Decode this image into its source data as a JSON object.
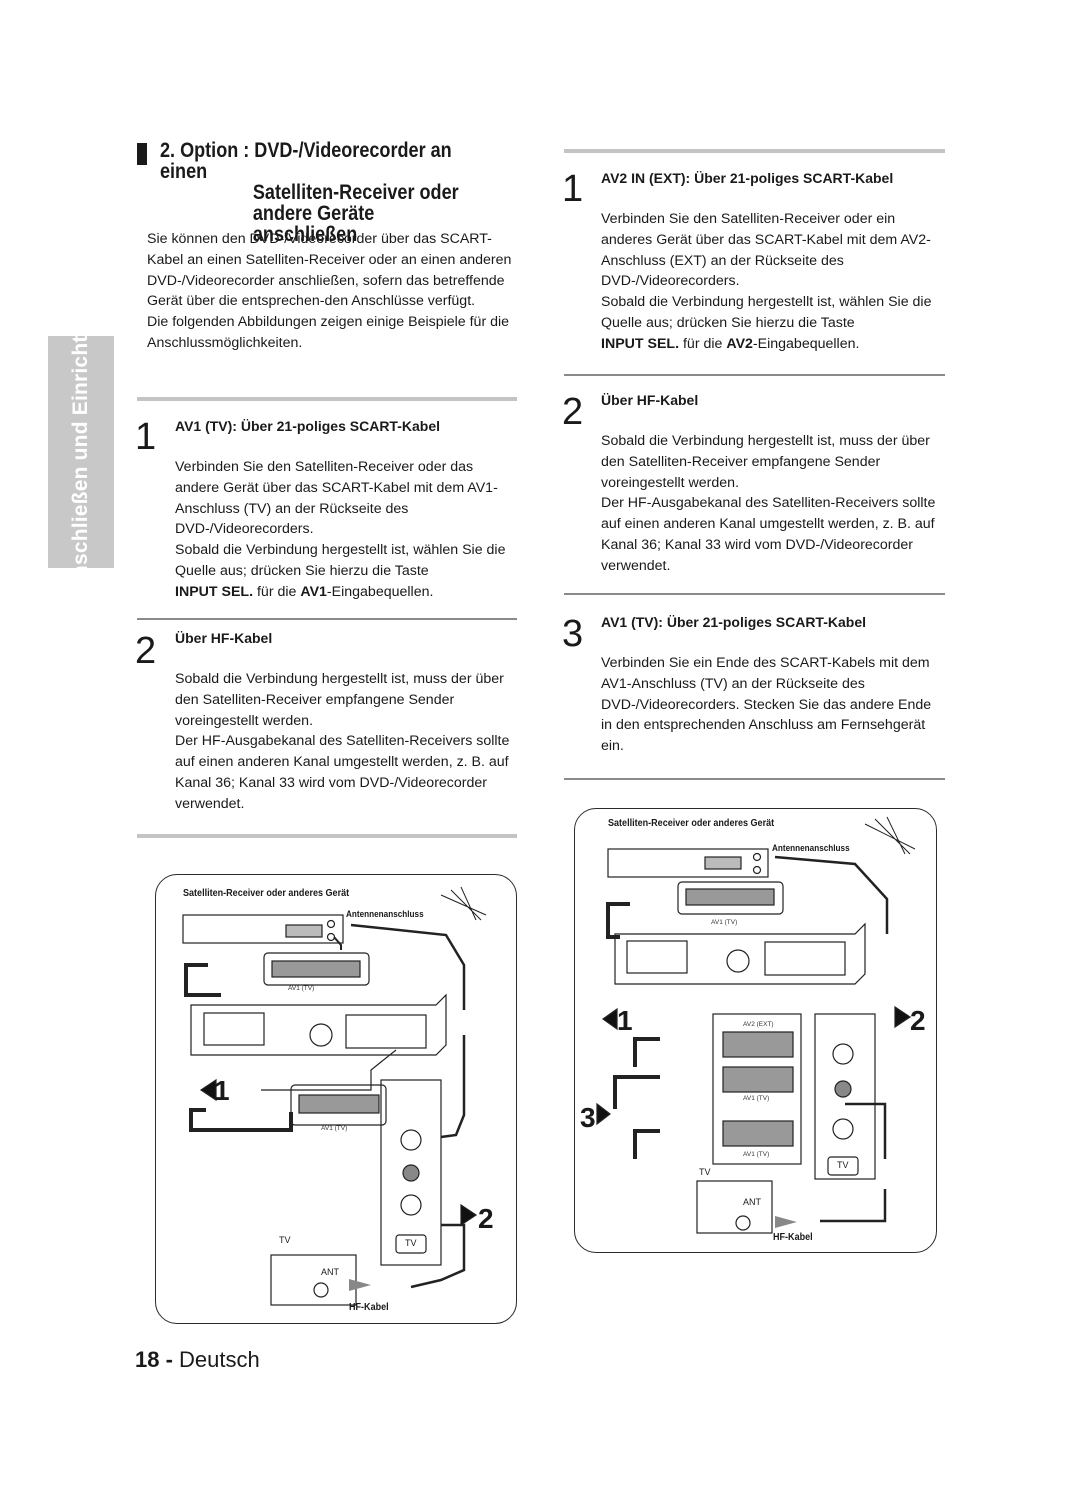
{
  "side_tab": "Anschließen und Einrichten",
  "title": {
    "line1": "2. Option : DVD-/Videorecorder an einen",
    "line2": "Satelliten-Receiver oder",
    "line3": "andere Geräte anschließen"
  },
  "intro": {
    "p1": "Sie können den DVD-/Videorecorder über das SCART-Kabel an einen Satelliten-Receiver oder an einen anderen DVD-/Videorecorder anschließen, sofern das betreffende Gerät über die entsprechen-den Anschlüsse verfügt.",
    "p2": "Die folgenden Abbildungen zeigen einige Beispiele für die Anschlussmöglichkeiten."
  },
  "left_steps": [
    {
      "num": "1",
      "heading": "AV1 (TV): Über 21-poliges SCART-Kabel",
      "p1": "Verbinden Sie den Satelliten-Receiver oder das andere Gerät über das SCART-Kabel mit dem AV1-Anschluss (TV) an der Rückseite des DVD-/Videorecorders.",
      "p2_plain": "Sobald die Verbindung hergestellt ist, wählen Sie die Quelle aus; drücken Sie hierzu die Taste",
      "p2_bold1": "INPUT SEL.",
      "p2_mid": " für die ",
      "p2_bold2": "AV1",
      "p2_end": "-Eingabequellen."
    },
    {
      "num": "2",
      "heading": "Über HF-Kabel",
      "p1": "Sobald die Verbindung hergestellt ist, muss der über den Satelliten-Receiver empfangene Sender voreingestellt werden.",
      "p2": "Der HF-Ausgabekanal des Satelliten-Receivers sollte auf einen anderen Kanal umgestellt werden, z. B. auf Kanal 36; Kanal 33 wird vom DVD-/Videorecorder verwendet."
    }
  ],
  "right_steps": [
    {
      "num": "1",
      "heading": "AV2 IN (EXT): Über 21-poliges SCART-Kabel",
      "p1": "Verbinden Sie den Satelliten-Receiver oder ein anderes Gerät über das SCART-Kabel mit dem AV2-Anschluss (EXT) an der Rückseite des DVD-/Videorecorders.",
      "p2_plain": "Sobald die Verbindung hergestellt ist, wählen Sie die Quelle aus; drücken Sie hierzu die Taste",
      "p2_bold1": "INPUT SEL.",
      "p2_mid": " für die ",
      "p2_bold2": "AV2",
      "p2_end": "-Eingabequellen."
    },
    {
      "num": "2",
      "heading": "Über HF-Kabel",
      "p1": "Sobald die Verbindung hergestellt ist, muss der über den Satelliten-Receiver empfangene Sender voreingestellt werden.",
      "p2": "Der HF-Ausgabekanal des Satelliten-Receivers sollte auf einen anderen Kanal umgestellt werden, z. B. auf Kanal 36; Kanal 33 wird vom DVD-/Videorecorder verwendet."
    },
    {
      "num": "3",
      "heading": "AV1 (TV): Über 21-poliges SCART-Kabel",
      "p1": "Verbinden Sie ein Ende des SCART-Kabels mit dem AV1-Anschluss (TV) an der Rückseite des DVD-/Videorecorders. Stecken Sie das andere Ende in den entsprechenden Anschluss am Fernsehgerät ein."
    }
  ],
  "diagram_left": {
    "receiver_label": "Satelliten-Receiver oder anderes Gerät",
    "antenna_label": "Antennenanschluss",
    "av1_label": "AV1 (TV)",
    "av1_label_tv": "AV1 (TV)",
    "marker1": "1",
    "marker2": "2",
    "tv_label": "TV",
    "tv_icon_text": "TV",
    "ant_label": "ANT",
    "hf_label": "HF-Kabel"
  },
  "diagram_right": {
    "receiver_label": "Satelliten-Receiver oder anderes Gerät",
    "antenna_label": "Antennenanschluss",
    "av1_label": "AV1 (TV)",
    "av2_label": "AV2 (EXT)",
    "av1_label_b": "AV1 (TV)",
    "av1_label_c": "AV1 (TV)",
    "marker1": "1",
    "marker2": "2",
    "marker3": "3",
    "tv_label": "TV",
    "tv_icon_text": "TV",
    "ant_label": "ANT",
    "hf_label": "HF-Kabel"
  },
  "footer": {
    "page": "18 -",
    "language": "Deutsch"
  }
}
